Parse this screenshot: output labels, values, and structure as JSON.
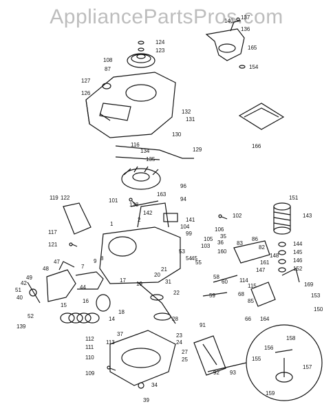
{
  "watermark": "AppliancePartsPros.com",
  "callouts": [
    "137",
    "140",
    "136",
    "124",
    "123",
    "165",
    "108",
    "154",
    "87",
    "127",
    "126",
    "132",
    "131",
    "130",
    "116",
    "134",
    "135",
    "129",
    "166",
    "96",
    "151",
    "143",
    "119",
    "122",
    "163",
    "94",
    "101",
    "138",
    "102",
    "117",
    "142",
    "141",
    "106",
    "2",
    "104",
    "99",
    "103",
    "105",
    "35",
    "36",
    "86",
    "144",
    "145",
    "146",
    "152",
    "121",
    "48",
    "47",
    "1",
    "160",
    "83",
    "82",
    "55",
    "45",
    "60",
    "58",
    "161",
    "147",
    "148",
    "169",
    "114",
    "115",
    "49",
    "42",
    "51",
    "40",
    "7",
    "44",
    "17",
    "19",
    "37",
    "15",
    "16",
    "14",
    "18",
    "22",
    "28",
    "153",
    "68",
    "164",
    "66",
    "150",
    "139",
    "52",
    "112",
    "111",
    "110",
    "109",
    "113",
    "23",
    "24",
    "27",
    "25",
    "91",
    "92",
    "93",
    "156",
    "158",
    "155",
    "157",
    "159",
    "39",
    "34",
    "85",
    "31",
    "59",
    "9",
    "8",
    "21",
    "20",
    "53",
    "54"
  ]
}
